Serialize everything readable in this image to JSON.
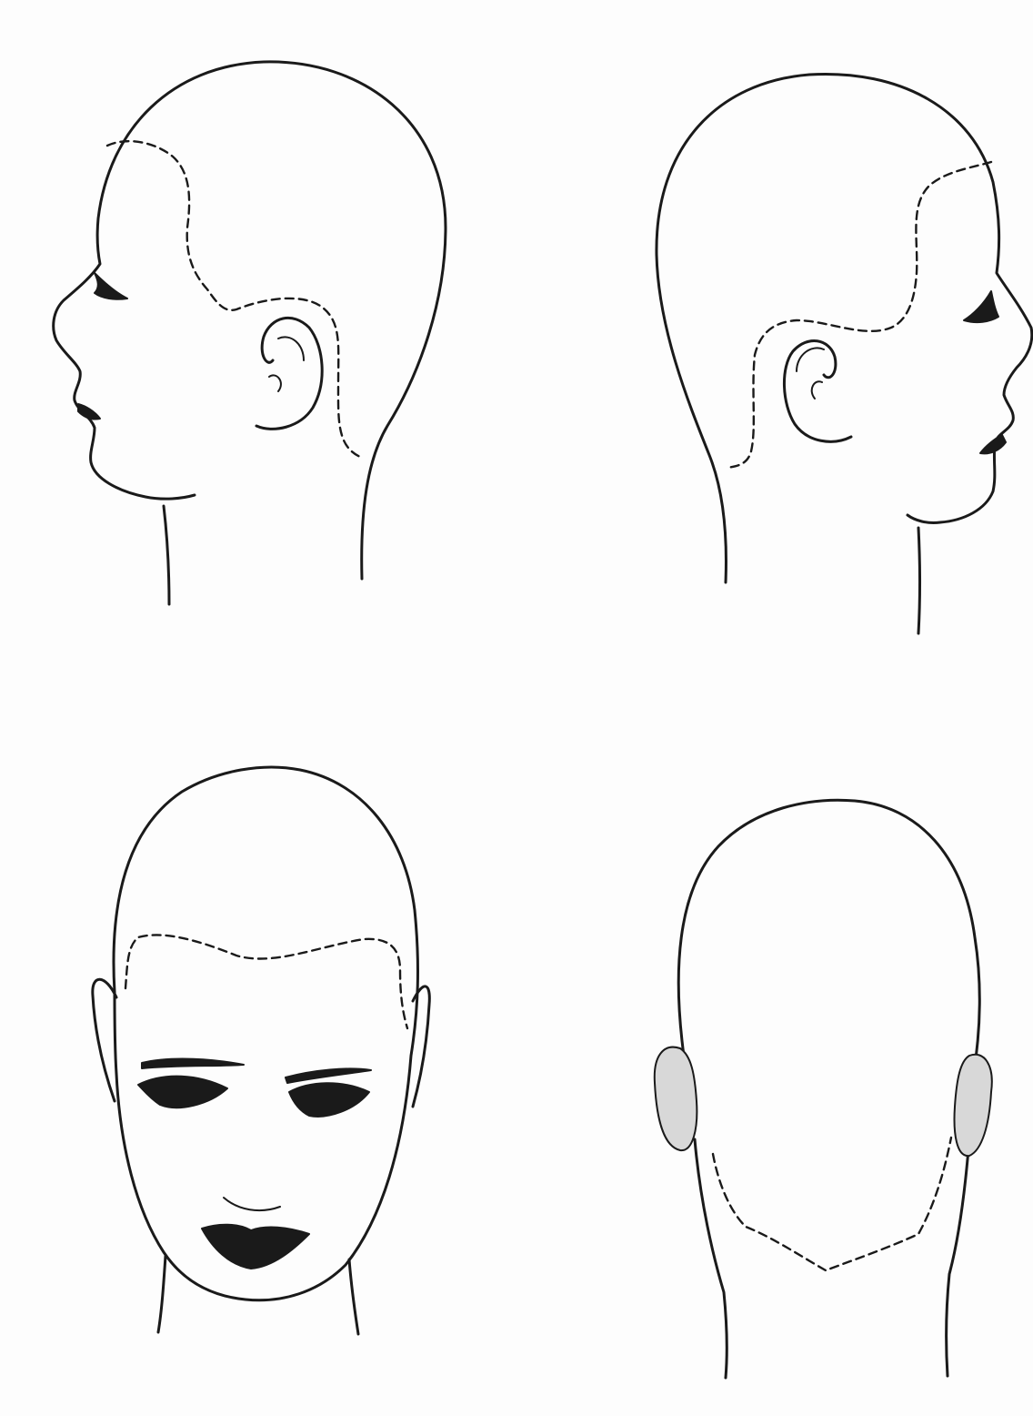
{
  "views": [
    {
      "id": "left-profile",
      "hairline": "dashed"
    },
    {
      "id": "right-profile",
      "hairline": "dashed"
    },
    {
      "id": "front",
      "hairline": "dashed"
    },
    {
      "id": "back",
      "hairline": "dashed"
    }
  ],
  "colors": {
    "ink": "#1a1a1a",
    "paper": "#fdfdfd"
  }
}
